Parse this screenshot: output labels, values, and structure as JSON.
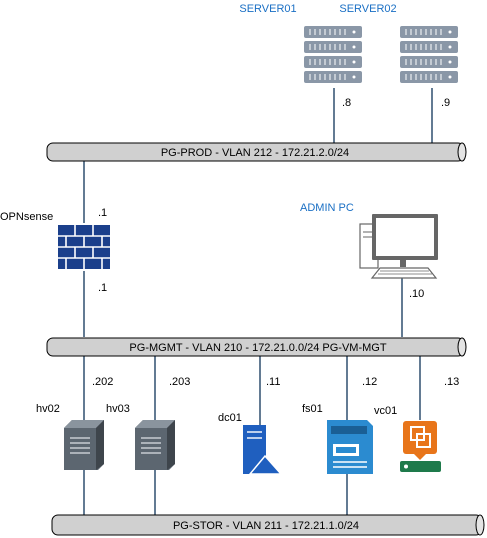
{
  "networks": {
    "prod": {
      "label": "PG-PROD - VLAN 212 - 172.21.2.0/24"
    },
    "mgmt": {
      "label": "PG-MGMT - VLAN 210 - 172.21.0.0/24 PG-VM-MGT"
    },
    "stor": {
      "label": "PG-STOR - VLAN 211 - 172.21.1.0/24"
    }
  },
  "nodes": {
    "server01": {
      "name": "SERVER01",
      "ip": ".8"
    },
    "server02": {
      "name": "SERVER02",
      "ip": ".9"
    },
    "opnsense": {
      "name": "OPNsense",
      "ip_prod": ".1",
      "ip_mgmt": ".1"
    },
    "admin_pc": {
      "name": "ADMIN PC",
      "ip": ".10"
    },
    "hv02": {
      "name": "hv02",
      "ip": ".202"
    },
    "hv03": {
      "name": "hv03",
      "ip": ".203"
    },
    "dc01": {
      "name": "dc01",
      "ip": ".11"
    },
    "fs01": {
      "name": "fs01",
      "ip": ".12"
    },
    "vc01": {
      "name": "vc01",
      "ip": ".13"
    }
  },
  "colors": {
    "bus_fill": "#d0d0d0",
    "firewall": "#1b3f8b",
    "server_rack": "#8a97a7",
    "accent_blue": "#1a6fc4",
    "dc_blue": "#1f5fbf",
    "fs_blue": "#2b8bd0",
    "vc_orange": "#e8751a",
    "vc_green": "#1e7a4b"
  }
}
